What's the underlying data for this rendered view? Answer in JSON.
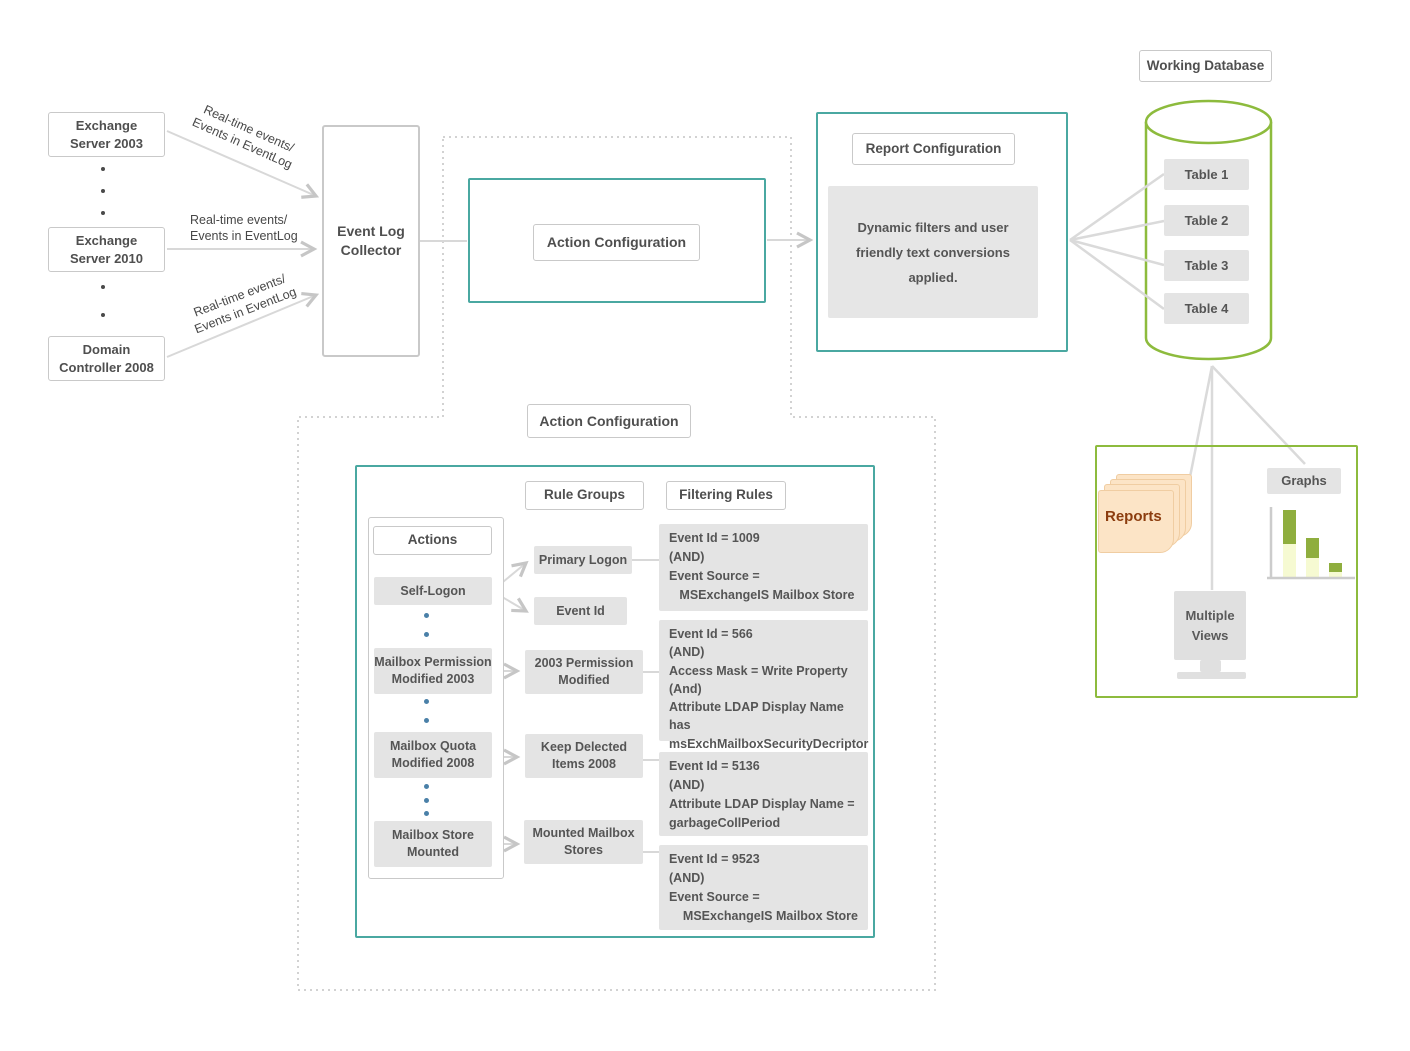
{
  "colors": {
    "teal_border": "#4aa8a1",
    "green_border": "#8dbb3d",
    "bar_dark": "#8fae3e",
    "bar_light": "#f6fad2",
    "gray_fill": "#e4e4e4",
    "reports_fill": "#fce4c6",
    "reports_text": "#8c3d0f",
    "blue_dot": "#4a80a8"
  },
  "sources": {
    "box1": {
      "line1": "Exchange",
      "line2": "Server 2003"
    },
    "box2": {
      "line1": "Exchange",
      "line2": "Server 2010"
    },
    "box3": {
      "line1": "Domain",
      "line2": "Controller 2008"
    }
  },
  "flow_labels": {
    "l1": {
      "line1": "Real-time events/",
      "line2": "Events in EventLog"
    },
    "l2": {
      "line1": "Real-time events/",
      "line2": "Events in EventLog"
    },
    "l3": {
      "line1": "Real-time events/",
      "line2": "Events in EventLog"
    }
  },
  "collector": {
    "label": "Event Log Collector"
  },
  "action_config": {
    "label": "Action Configuration"
  },
  "report_config": {
    "label": "Report Configuration",
    "line1": "Dynamic filters and user",
    "line2": "friendly text conversions",
    "line3": "applied."
  },
  "database": {
    "label": "Working Database",
    "table1": "Table 1",
    "table2": "Table 2",
    "table3": "Table 3",
    "table4": "Table 4"
  },
  "outputs": {
    "reports": "Reports",
    "graphs": "Graphs",
    "views_line1": "Multiple",
    "views_line2": "Views"
  },
  "detail": {
    "label": "Action Configuration",
    "actions_header": "Actions",
    "rule_groups_header": "Rule Groups",
    "filtering_rules_header": "Filtering Rules",
    "action1": "Self-Logon",
    "action2": {
      "line1": "Mailbox Permission",
      "line2": "Modified 2003"
    },
    "action3": {
      "line1": "Mailbox Quota",
      "line2": "Modified 2008"
    },
    "action4": {
      "line1": "Mailbox Store",
      "line2": "Mounted"
    },
    "rg1": "Primary Logon",
    "rg2": "Event Id",
    "rg3": {
      "line1": "2003 Permission",
      "line2": "Modified"
    },
    "rg4": {
      "line1": "Keep Delected",
      "line2": "Items 2008"
    },
    "rg5": {
      "line1": "Mounted Mailbox",
      "line2": "Stores"
    },
    "filter1": {
      "l1": "Event Id = 1009",
      "l2": "(AND)",
      "l3": "Event Source =",
      "l4": "   MSExchangeIS Mailbox Store"
    },
    "filter2": {
      "l1": "Event Id = 566",
      "l2": "(AND)",
      "l3": "Access Mask = Write Property",
      "l4": "(And)",
      "l5": "Attribute LDAP Display Name has",
      "l6": "msExchMailboxSecurityDecriptor"
    },
    "filter3": {
      "l1": "Event Id = 5136",
      "l2": "(AND)",
      "l3": "Attribute LDAP Display Name =",
      "l4": "garbageCollPeriod"
    },
    "filter4": {
      "l1": "Event Id = 9523",
      "l2": "(AND)",
      "l3": "Event Source =",
      "l4": "    MSExchangeIS Mailbox Store"
    }
  }
}
